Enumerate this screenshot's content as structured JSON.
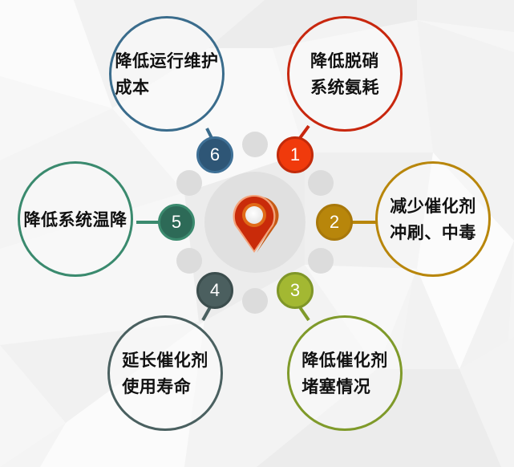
{
  "diagram": {
    "type": "hub-and-spoke",
    "center_icon": "map-pin-icon",
    "items": [
      {
        "number": "1",
        "label_line1": "降低脱硝",
        "label_line2": "系统氨耗",
        "color": "#c8270e",
        "badge_fill": "#f03a0c",
        "badge_ring": "#c22a0a"
      },
      {
        "number": "2",
        "label_line1": "减少催化剂",
        "label_line2": "冲刷、中毒",
        "color": "#b8860b",
        "badge_fill": "#b8860b",
        "badge_ring": "#a8780a"
      },
      {
        "number": "3",
        "label_line1": "降低催化剂",
        "label_line2": "堵塞情况",
        "color": "#7f9a2a",
        "badge_fill": "#a3b832",
        "badge_ring": "#7f9628"
      },
      {
        "number": "4",
        "label_line1": "延长催化剂",
        "label_line2": "使用寿命",
        "color": "#4a6060",
        "badge_fill": "#4b5f5f",
        "badge_ring": "#3b4d4d"
      },
      {
        "number": "5",
        "label_line1": "降低系统温降",
        "label_line2": "",
        "color": "#3a8a6e",
        "badge_fill": "#2d6a57",
        "badge_ring": "#3b8a6e"
      },
      {
        "number": "6",
        "label_line1": "降低运行维护",
        "label_line2": "成本",
        "color": "#3a6c8c",
        "badge_fill": "#2e5676",
        "badge_ring": "#3e7096"
      }
    ]
  }
}
